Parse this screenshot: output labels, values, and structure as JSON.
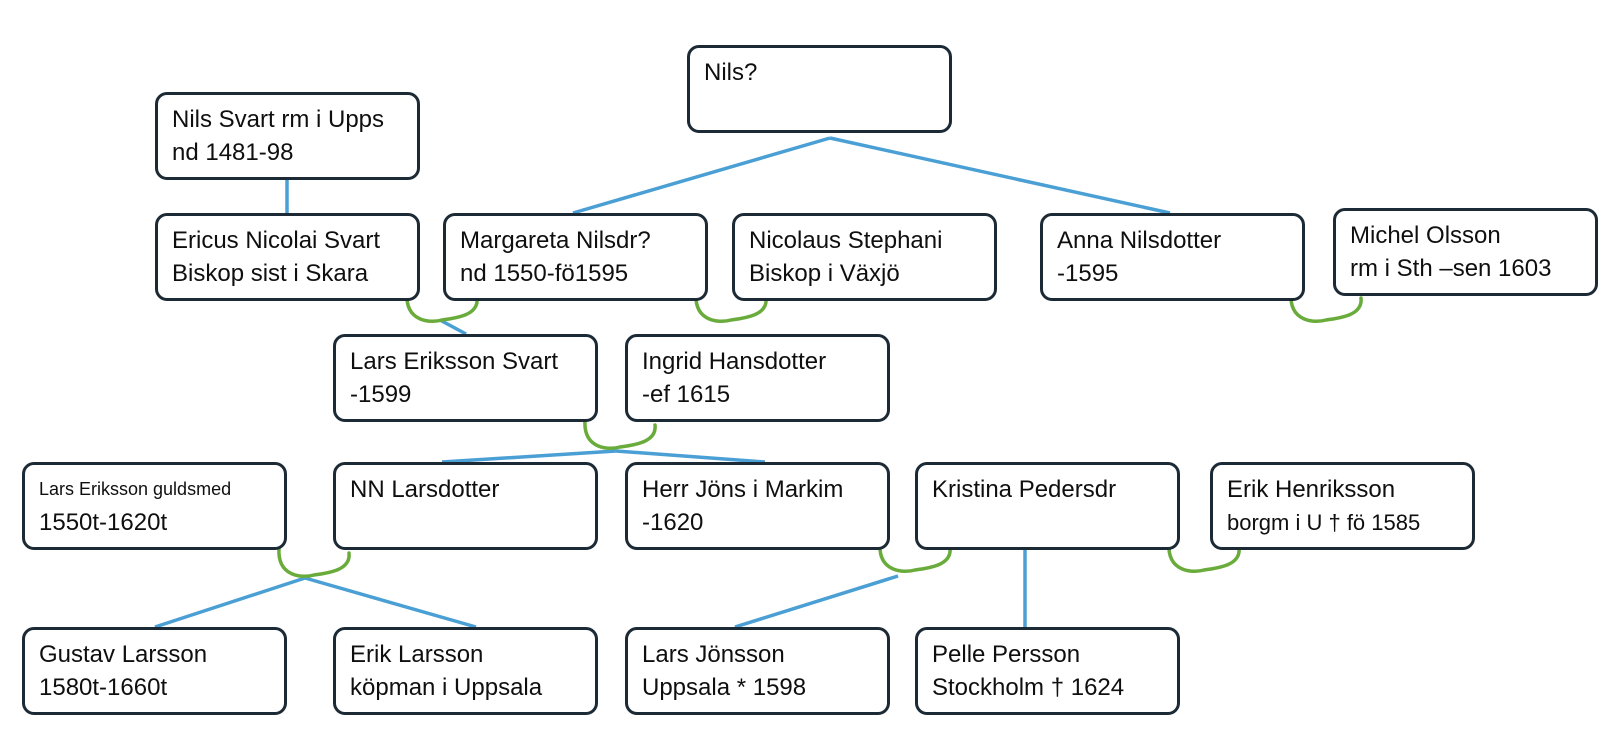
{
  "persons": [
    {
      "id": "nils",
      "line1": "Nils?",
      "line2": ""
    },
    {
      "id": "nils_svart",
      "line1": "Nils Svart rm i Upps",
      "line2": "nd 1481-98"
    },
    {
      "id": "ericus",
      "line1": "Ericus Nicolai Svart",
      "line2": "Biskop sist  i Skara"
    },
    {
      "id": "margareta",
      "line1": "Margareta Nilsdr?",
      "line2": "nd 1550-fö1595"
    },
    {
      "id": "nicolaus",
      "line1": "Nicolaus Stephani",
      "line2": "Biskop i Växjö"
    },
    {
      "id": "anna",
      "line1": "Anna Nilsdotter",
      "line2": "-1595"
    },
    {
      "id": "michel",
      "line1": "Michel Olsson",
      "line2": "rm i Sth –sen 1603"
    },
    {
      "id": "lars_svart",
      "line1": "Lars Eriksson Svart",
      "line2": "-1599"
    },
    {
      "id": "ingrid",
      "line1": "Ingrid Hansdotter",
      "line2": "-ef 1615"
    },
    {
      "id": "lars_guld",
      "line1": "Lars Eriksson guldsmed",
      "line2": "1550t-1620t"
    },
    {
      "id": "nn",
      "line1": "NN Larsdotter",
      "line2": ""
    },
    {
      "id": "jons",
      "line1": "Herr Jöns i Markim",
      "line2": "-1620"
    },
    {
      "id": "kristina",
      "line1": "Kristina Pedersdr",
      "line2": ""
    },
    {
      "id": "erik_h",
      "line1": "Erik Henriksson",
      "line2": "borgm i U † fö 1585"
    },
    {
      "id": "gustav",
      "line1": "Gustav Larsson",
      "line2": "1580t-1660t"
    },
    {
      "id": "erik_l",
      "line1": "Erik Larsson",
      "line2": "köpman i Uppsala"
    },
    {
      "id": "lars_j",
      "line1": "Lars Jönsson",
      "line2": "Uppsala * 1598"
    },
    {
      "id": "pelle",
      "line1": "Pelle Persson",
      "line2": "Stockholm † 1624"
    }
  ],
  "colors": {
    "box_border": "#1c2a36",
    "descent_line": "#4a9fd4",
    "marriage_link": "#6aac3c"
  }
}
